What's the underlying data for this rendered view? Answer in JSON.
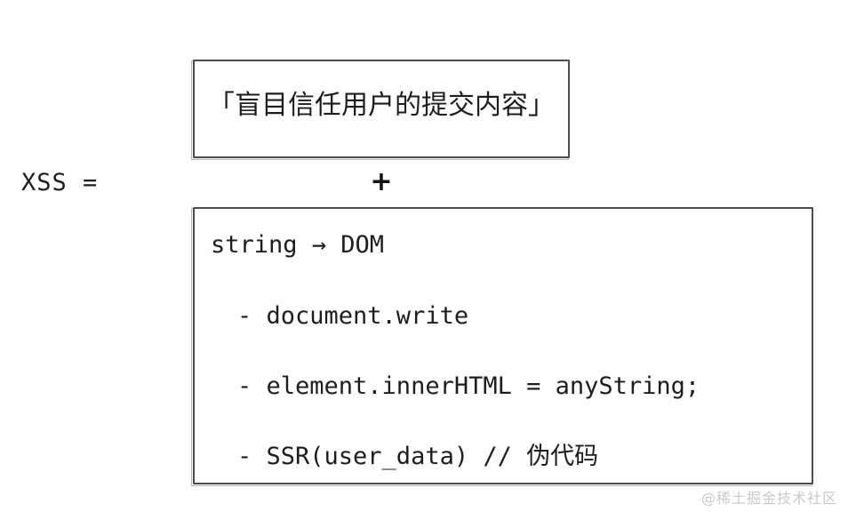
{
  "diagram": {
    "equation_label": "XSS =",
    "operator": "+",
    "premise": {
      "text": "「盲目信任用户的提交内容」"
    },
    "sink": {
      "heading": "string → DOM",
      "items": [
        "- document.write",
        "- element.innerHTML = anyString;",
        "- SSR(user_data) // 伪代码"
      ]
    }
  },
  "watermark": {
    "text": "@稀土掘金技术社区"
  },
  "colors": {
    "background": "#ffffff",
    "ink": "#1d1d1d",
    "box_border": "#4a4a4a",
    "watermark": "#c9c9c9"
  }
}
